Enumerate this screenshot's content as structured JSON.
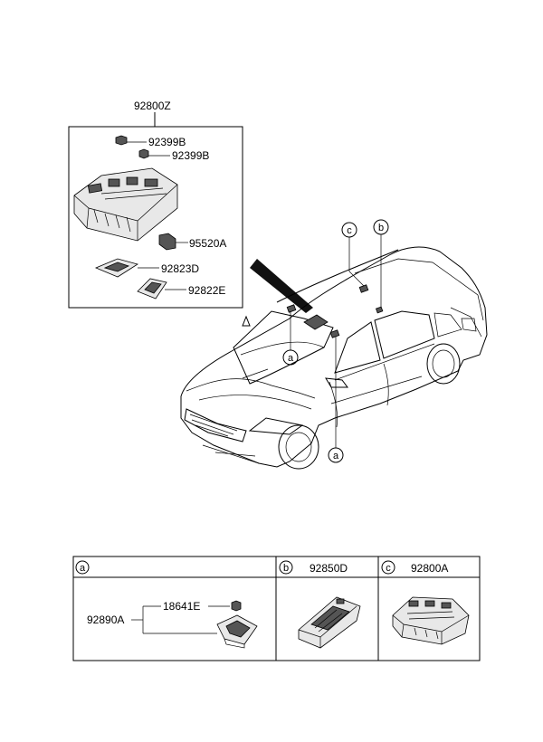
{
  "top_assembly": {
    "label": "92800Z",
    "parts": [
      {
        "label": "92399B"
      },
      {
        "label": "92399B"
      },
      {
        "label": "95520A"
      },
      {
        "label": "92823D"
      },
      {
        "label": "92822E"
      }
    ]
  },
  "car_callouts": [
    {
      "letter": "c"
    },
    {
      "letter": "b"
    },
    {
      "letter": "a"
    },
    {
      "letter": "a"
    }
  ],
  "legend": {
    "cells": [
      {
        "letter": "a",
        "part": ""
      },
      {
        "letter": "b",
        "part": "92850D"
      },
      {
        "letter": "c",
        "part": "92800A"
      }
    ],
    "detail_a": {
      "main_label": "92890A",
      "sub_label": "18641E"
    }
  }
}
